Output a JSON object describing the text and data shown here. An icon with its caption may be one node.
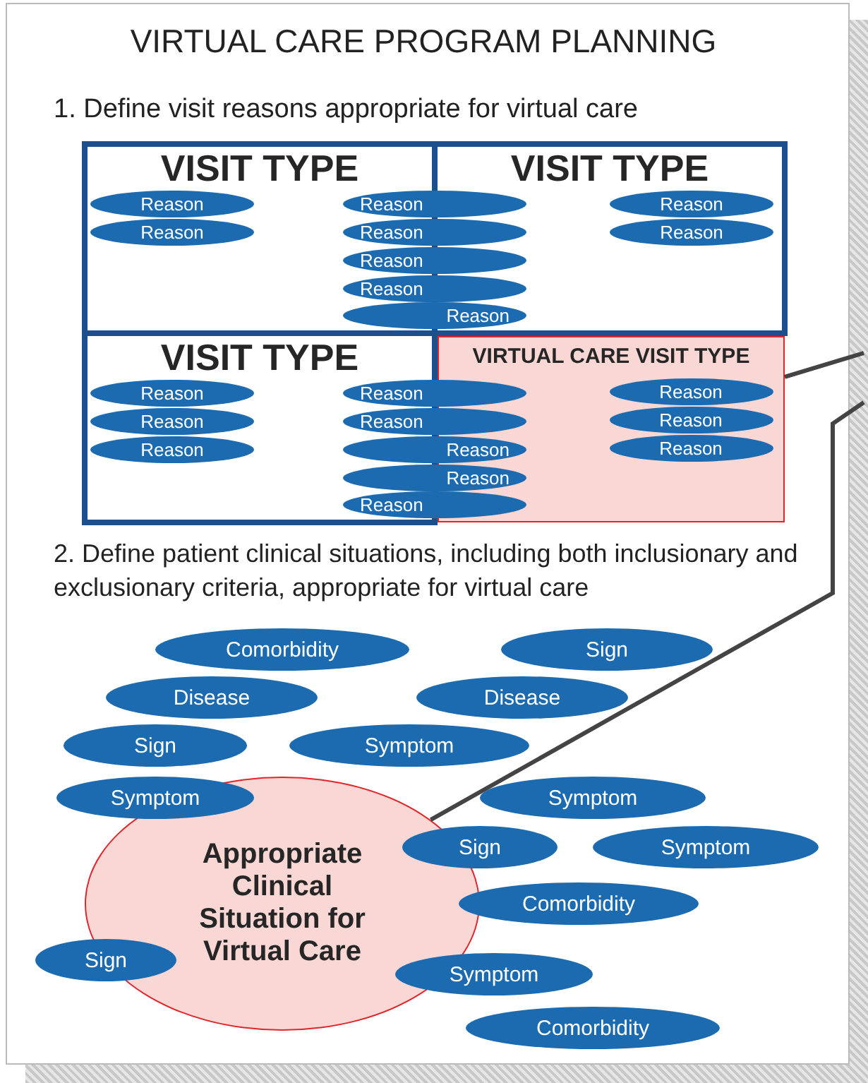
{
  "diagram": {
    "title": "VIRTUAL CARE PROGRAM PLANNING",
    "nodes": [
      {
        "text": [
          "VISIT TYPE"
        ]
      },
      {
        "text": [
          "VISIT TYPE"
        ]
      },
      {
        "text": [
          "VISIT TYPE"
        ]
      },
      {
        "text": [
          "VIRTUAL CARE VISIT TYPE"
        ]
      },
      {
        "text": [
          "Reason"
        ]
      },
      {
        "text": [
          "Reason"
        ],
        "in": 0
      },
      {
        "text": [
          "Reason"
        ]
      },
      {
        "text": [
          "Reason"
        ],
        "in": 0
      },
      {
        "text": [
          "Reason"
        ]
      },
      {
        "text": [
          "Reason"
        ]
      },
      {
        "text": [
          "Reason"
        ],
        "in": 1
      },
      {
        "text": [
          "Reason"
        ],
        "in": 1
      },
      {
        "text": [
          "Reason"
        ]
      },
      {
        "text": [
          "Reason"
        ]
      },
      {
        "text": [
          "Reason"
        ]
      },
      {
        "text": [
          "Reason"
        ],
        "in": 2
      },
      {
        "text": [
          "Reason"
        ]
      },
      {
        "text": [
          "Reason"
        ]
      },
      {
        "text": [
          "Reason"
        ],
        "in": 2
      },
      {
        "text": [
          "Reason"
        ]
      },
      {
        "text": [
          "Reason"
        ],
        "in": 2
      },
      {
        "text": [
          "Reason"
        ],
        "in": 3
      },
      {
        "text": [
          "Reason"
        ],
        "in": 3
      },
      {
        "text": [
          "Reason"
        ],
        "in": 3
      },
      {
        "text": [
          "Comorbidity"
        ]
      },
      {
        "text": [
          "Disease"
        ]
      },
      {
        "text": [
          "Sign"
        ]
      },
      {
        "text": [
          "Disease"
        ]
      },
      {
        "text": [
          "Sign"
        ]
      },
      {
        "text": [
          "Symptom"
        ]
      },
      {
        "text": [
          "Symptom"
        ]
      },
      {
        "text": [
          "Symptom"
        ]
      },
      {
        "text": [
          "Sign"
        ]
      },
      {
        "text": [
          "Symptom"
        ]
      },
      {
        "text": [
          "Sign"
        ]
      },
      {
        "text": [
          "Comorbidity"
        ]
      },
      {
        "text": [
          "Symptom"
        ]
      },
      {
        "text": [
          "Comorbidity"
        ]
      },
      {
        "text": [
          "Appropriate Clinical Situation for Virtual Care"
        ]
      }
    ],
    "edges": [
      {
        "from": 3,
        "to": null,
        "arrow": "none"
      },
      {
        "from": 38,
        "to": null,
        "arrow": "none"
      }
    ],
    "labels": [
      "1. Define visit reasons appropriate for virtual care",
      "2. Define patient clinical situations, including both inclusionary and exclusionary criteria, appropriate for virtual care"
    ]
  }
}
